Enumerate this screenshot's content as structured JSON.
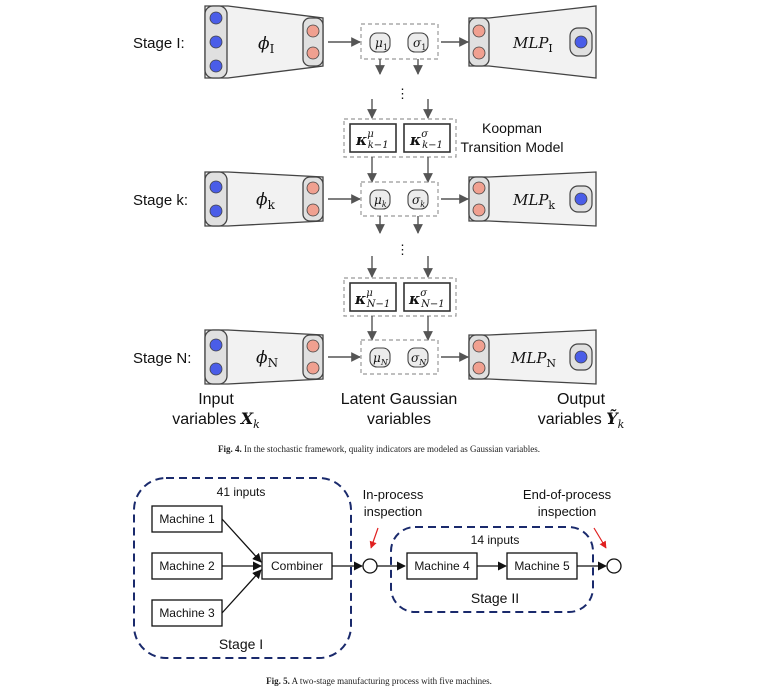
{
  "fig4": {
    "stages": [
      {
        "label": "Stage I:",
        "encoder": "ϕ",
        "encoder_sub": "I",
        "mu": "μ",
        "mu_sub": "1",
        "sigma": "σ",
        "sigma_sub": "1",
        "mlp": "MLP",
        "mlp_sub": "I"
      },
      {
        "label": "Stage k:",
        "encoder": "ϕ",
        "encoder_sub": "k",
        "mu": "μ",
        "mu_sub": "k",
        "sigma": "σ",
        "sigma_sub": "k",
        "mlp": "MLP",
        "mlp_sub": "k"
      },
      {
        "label": "Stage N:",
        "encoder": "ϕ",
        "encoder_sub": "N",
        "mu": "μ",
        "mu_sub": "N",
        "sigma": "σ",
        "sigma_sub": "N",
        "mlp": "MLP",
        "mlp_sub": "N"
      }
    ],
    "koopman": [
      {
        "mu_base": "κ",
        "mu_sup": "μ",
        "mu_sub": "k−1",
        "sigma_base": "κ",
        "sigma_sup": "σ",
        "sigma_sub": "k−1"
      },
      {
        "mu_base": "κ",
        "mu_sup": "μ",
        "mu_sub": "N−1",
        "sigma_base": "κ",
        "sigma_sup": "σ",
        "sigma_sub": "N−1"
      }
    ],
    "koopman_label_line1": "Koopman",
    "koopman_label_line2": "Transition Model",
    "ellipsis": "⋮",
    "input_line1": "Input",
    "input_line2": "variables ",
    "input_symbol": "X",
    "input_sub": "k",
    "latent_line1": "Latent Gaussian",
    "latent_line2": "variables",
    "output_line1": "Output",
    "output_line2": "variables ",
    "output_symbol": "Ỹ",
    "output_sub": "k",
    "caption_label": "Fig. 4.",
    "caption_text": "In the stochastic framework, quality indicators are modeled as Gaussian variables.",
    "colors": {
      "input_node": "#4a5de8",
      "latent_node": "#f0a090",
      "trapezoid": "#f2f2f2",
      "arrow": "#555555"
    }
  },
  "fig5": {
    "stage1_inputs": "41 inputs",
    "stage1_label": "Stage I",
    "stage2_inputs": "14 inputs",
    "stage2_label": "Stage II",
    "machines": [
      "Machine 1",
      "Machine 2",
      "Machine 3",
      "Machine 4",
      "Machine 5"
    ],
    "combiner": "Combiner",
    "inprocess_line1": "In-process",
    "inprocess_line2": "inspection",
    "endprocess_line1": "End-of-process",
    "endprocess_line2": "inspection",
    "caption_label": "Fig. 5.",
    "caption_text": "A two-stage manufacturing process with five machines.",
    "colors": {
      "stage_border": "#1a2a6c",
      "pointer": "#e02020"
    }
  }
}
